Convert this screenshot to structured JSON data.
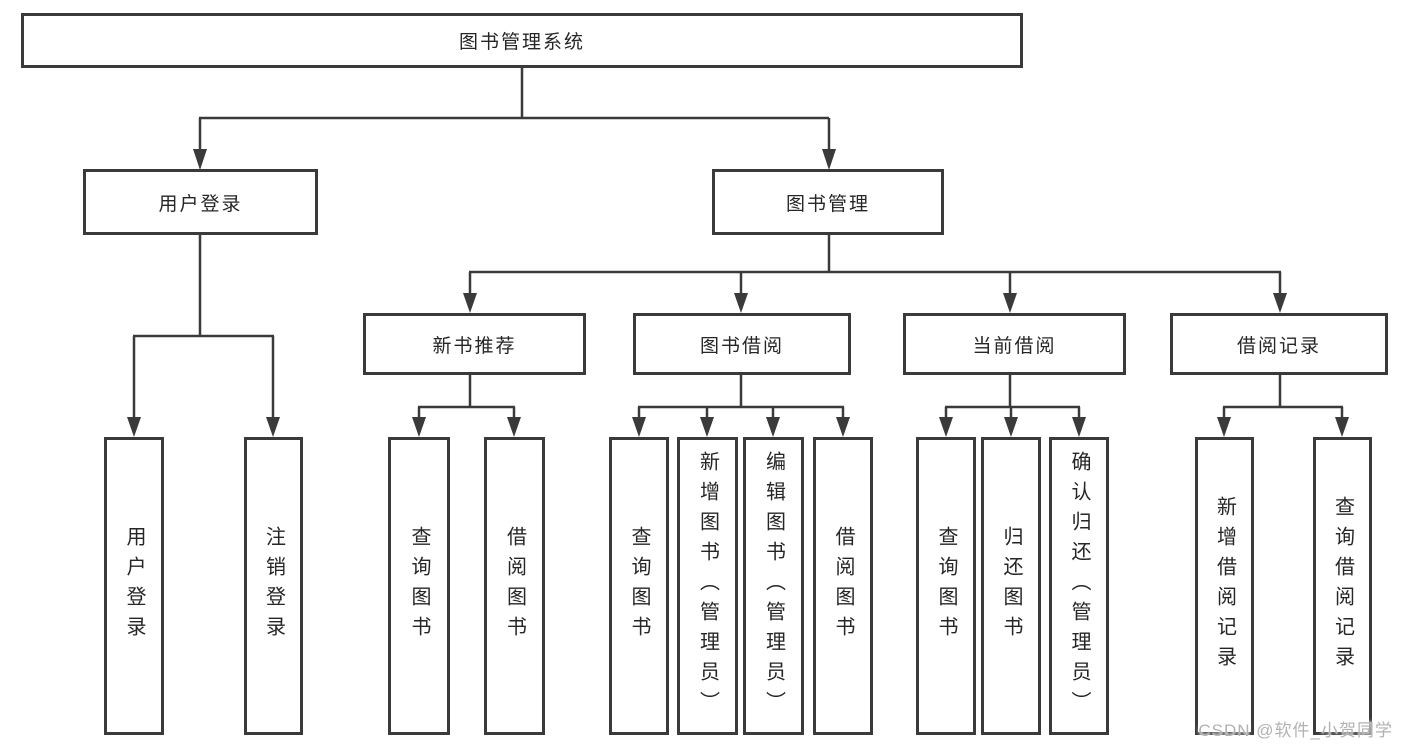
{
  "diagram_title": "图书管理系统",
  "tree": {
    "root": {
      "label": "图书管理系统"
    },
    "branches": [
      {
        "label": "用户登录",
        "children": [
          {
            "label": "用户登录"
          },
          {
            "label": "注销登录"
          }
        ]
      },
      {
        "label": "图书管理",
        "children": [
          {
            "label": "新书推荐",
            "children": [
              {
                "label": "查询图书"
              },
              {
                "label": "借阅图书"
              }
            ]
          },
          {
            "label": "图书借阅",
            "children": [
              {
                "label": "查询图书"
              },
              {
                "label": "新增图书（管理员）"
              },
              {
                "label": "编辑图书（管理员）"
              },
              {
                "label": "借阅图书"
              }
            ]
          },
          {
            "label": "当前借阅",
            "children": [
              {
                "label": "查询图书"
              },
              {
                "label": "归还图书"
              },
              {
                "label": "确认归还（管理员）"
              }
            ]
          },
          {
            "label": "借阅记录",
            "children": [
              {
                "label": "新增借阅记录"
              },
              {
                "label": "查询借阅记录"
              }
            ]
          }
        ]
      }
    ]
  },
  "watermark": {
    "text": "CSDN @软件_小贺同学"
  },
  "colors": {
    "line": "#3a3a3a",
    "text": "#262626",
    "background": "#ffffff",
    "watermark_gray": "#b2b2b2"
  }
}
